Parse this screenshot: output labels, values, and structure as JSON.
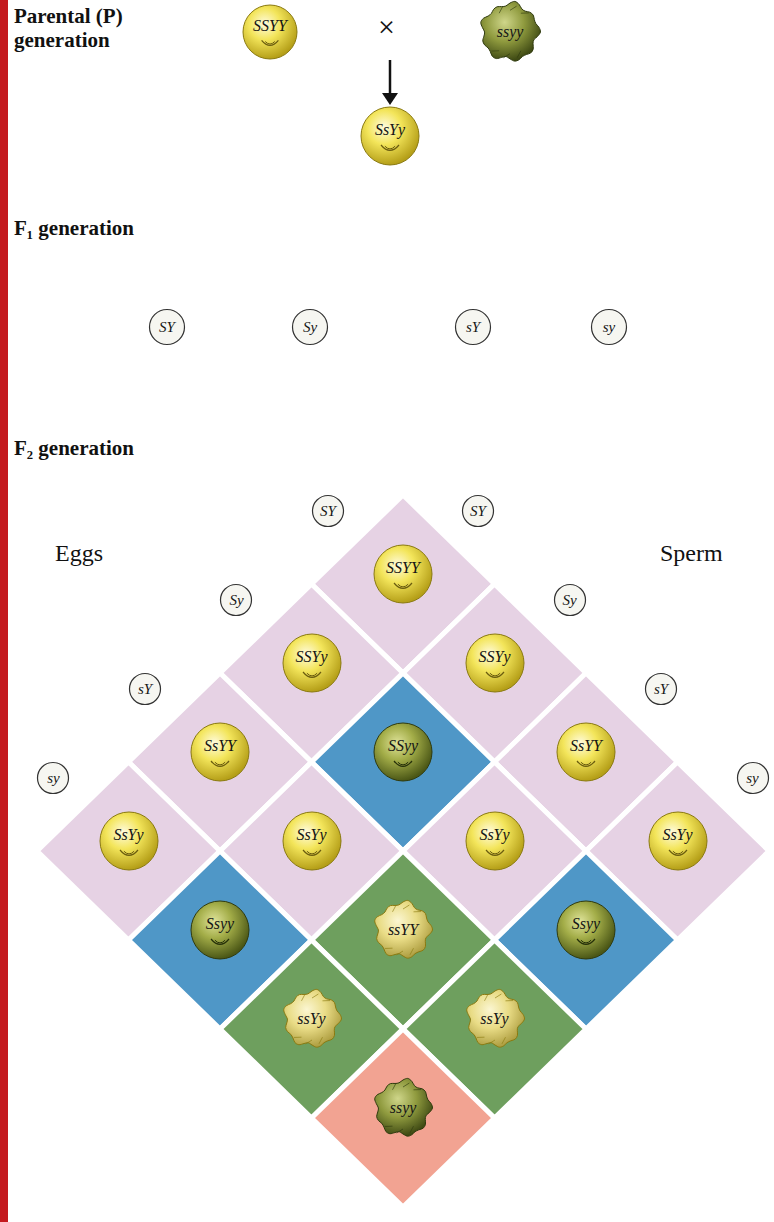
{
  "diagram": {
    "nodes": [
      {
        "text": [
          "SSYY"
        ]
      },
      {
        "text": [
          "ssyy"
        ]
      },
      {
        "text": [
          "SsYy"
        ]
      },
      {
        "text": [
          "SY"
        ]
      },
      {
        "text": [
          "Sy"
        ]
      },
      {
        "text": [
          "sY"
        ]
      },
      {
        "text": [
          "sy"
        ]
      },
      {
        "text": [
          "SY"
        ]
      },
      {
        "text": [
          "SY"
        ]
      },
      {
        "text": [
          "SSYY"
        ]
      },
      {
        "text": [
          "Sy"
        ]
      },
      {
        "text": [
          "Sy"
        ]
      },
      {
        "text": [
          "SSYy"
        ]
      },
      {
        "text": [
          "SSYy"
        ]
      },
      {
        "text": [
          "sY"
        ]
      },
      {
        "text": [
          "sY"
        ]
      },
      {
        "text": [
          "SsYY"
        ]
      },
      {
        "text": [
          "SSyy"
        ]
      },
      {
        "text": [
          "SsYY"
        ]
      },
      {
        "text": [
          "sy"
        ]
      },
      {
        "text": [
          "sy"
        ]
      },
      {
        "text": [
          "SsYy"
        ]
      },
      {
        "text": [
          "SsYy"
        ]
      },
      {
        "text": [
          "SsYy"
        ]
      },
      {
        "text": [
          "SsYy"
        ]
      },
      {
        "text": [
          "Ssyy"
        ]
      },
      {
        "text": [
          "ssYY"
        ]
      },
      {
        "text": [
          "Ssyy"
        ]
      },
      {
        "text": [
          "ssYy"
        ]
      },
      {
        "text": [
          "ssYy"
        ]
      },
      {
        "text": [
          "ssyy"
        ]
      }
    ],
    "labels": [
      "Parental (P) generation",
      "×",
      "F₁ generation",
      "F₂ generation",
      "Eggs",
      "Sperm"
    ]
  }
}
